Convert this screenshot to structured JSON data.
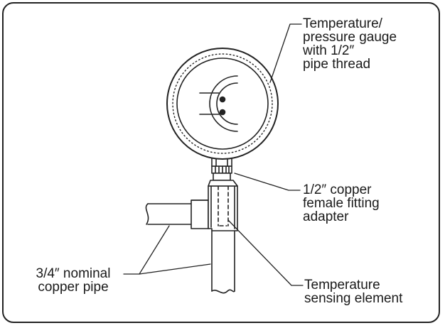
{
  "labels": {
    "gauge": [
      "Temperature/",
      "pressure gauge",
      "with 1/2″",
      "pipe thread"
    ],
    "adapter": [
      "1/2″ copper",
      "female fitting",
      "adapter"
    ],
    "pipe": [
      "3/4″ nominal",
      "copper pipe"
    ],
    "sensor": [
      "Temperature",
      "sensing element"
    ]
  },
  "colors": {
    "line": "#222222",
    "fill": "#ffffff",
    "shade": "#e6e6e6"
  }
}
